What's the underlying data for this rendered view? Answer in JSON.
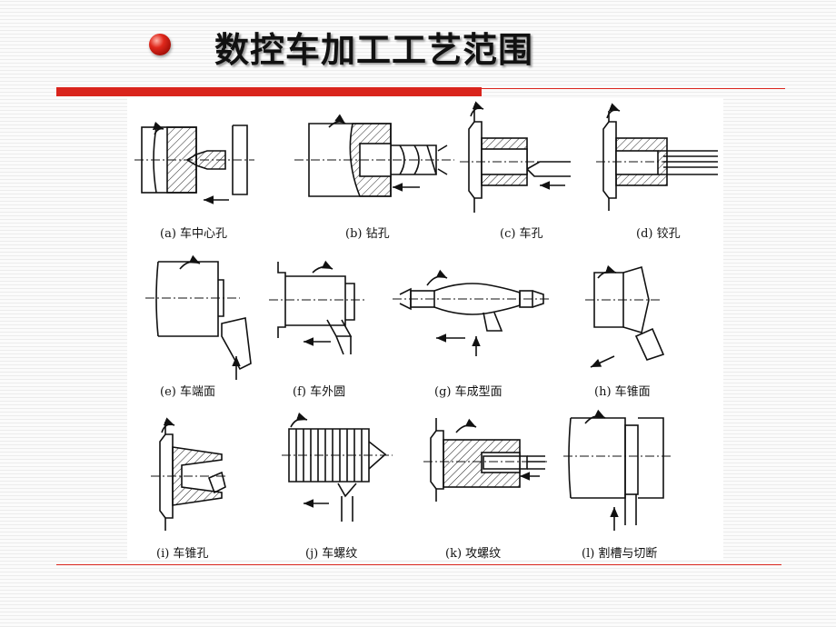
{
  "slide": {
    "title": "数控车加工工艺范围"
  },
  "figures": [
    {
      "key": "a",
      "caption": "(a) 车中心孔"
    },
    {
      "key": "b",
      "caption": "(b) 钻孔"
    },
    {
      "key": "c",
      "caption": "(c) 车孔"
    },
    {
      "key": "d",
      "caption": "(d) 铰孔"
    },
    {
      "key": "e",
      "caption": "(e) 车端面"
    },
    {
      "key": "f",
      "caption": "(f) 车外圆"
    },
    {
      "key": "g",
      "caption": "(g) 车成型面"
    },
    {
      "key": "h",
      "caption": "(h) 车锥面"
    },
    {
      "key": "i",
      "caption": "(i) 车锥孔"
    },
    {
      "key": "j",
      "caption": "(j) 车螺纹"
    },
    {
      "key": "k",
      "caption": "(k) 攻螺纹"
    },
    {
      "key": "l",
      "caption": "(l) 割槽与切断"
    }
  ],
  "colors": {
    "accent": "#d9241c",
    "ink": "#111111"
  }
}
